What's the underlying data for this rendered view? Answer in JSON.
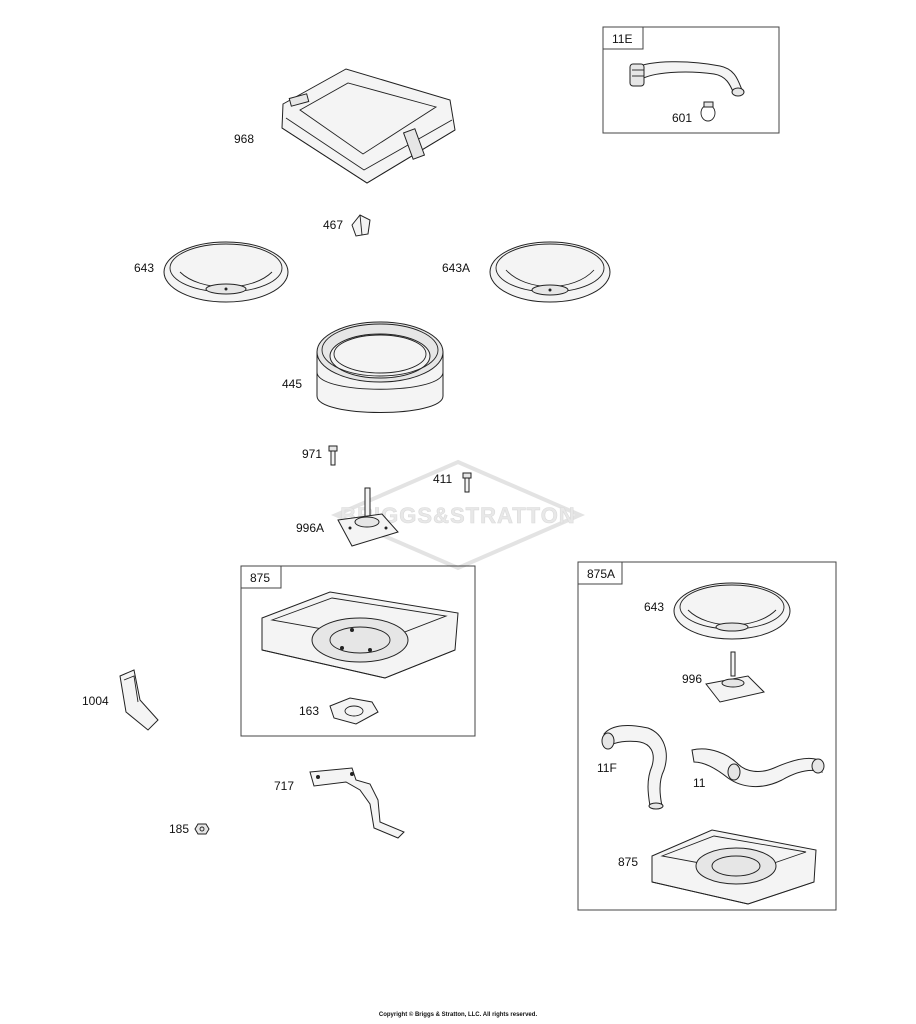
{
  "watermark": "BRIGGS&STRATTON",
  "copyright": "Copyright © Briggs & Stratton, LLC. All rights reserved.",
  "boxes": {
    "b11E": "11E",
    "b875": "875",
    "b875A": "875A"
  },
  "parts": {
    "p968": "968",
    "p467": "467",
    "p643": "643",
    "p643A": "643A",
    "p445": "445",
    "p971": "971",
    "p411": "411",
    "p996A": "996A",
    "p601": "601",
    "p163": "163",
    "p1004": "1004",
    "p717": "717",
    "p185": "185",
    "p643b": "643",
    "p996": "996",
    "p11F": "11F",
    "p11": "11",
    "p875b": "875"
  }
}
